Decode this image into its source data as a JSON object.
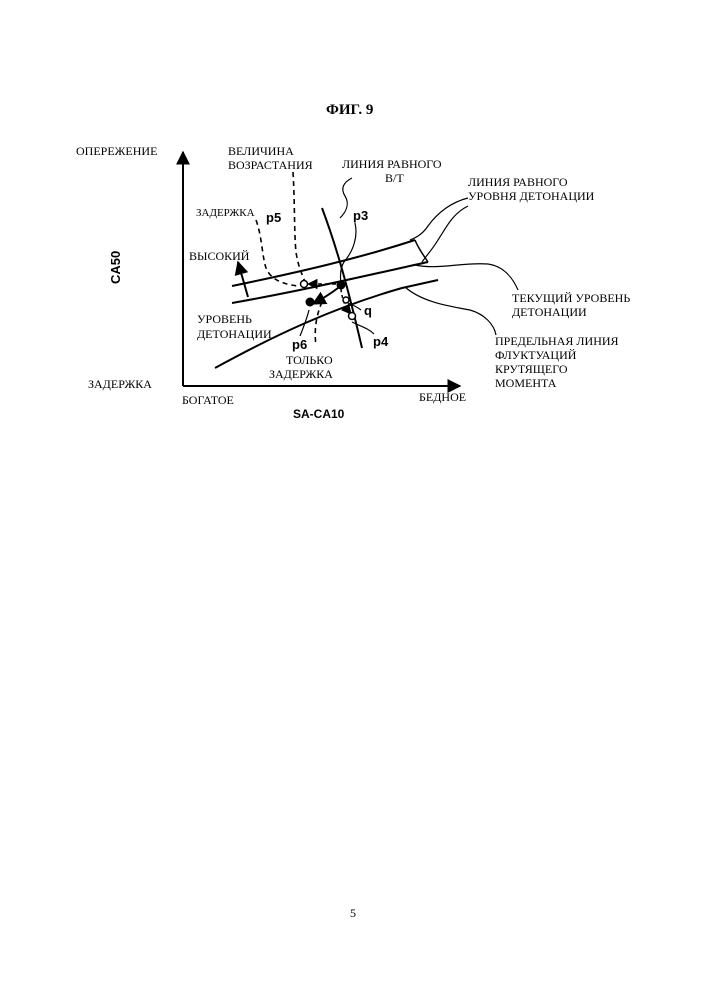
{
  "title": "ФИГ. 9",
  "page_number": "5",
  "axes": {
    "y_top": "ОПЕРЕЖЕНИЕ",
    "y_bottom": "ЗАДЕРЖКА",
    "y_label": "CA50",
    "x_left": "БОГАТОЕ",
    "x_right": "БЕДНОЕ",
    "x_label": "SA-CA10"
  },
  "labels": {
    "increase_1": "ВЕЛИЧИНА",
    "increase_2": "ВОЗРАСТАНИЯ",
    "equal_bt_1": "ЛИНИЯ РАВНОГО",
    "equal_bt_2": "В/Т",
    "equal_knock_1": "ЛИНИЯ РАВНОГО",
    "equal_knock_2": "УРОВНЯ ДЕТОНАЦИИ",
    "retard": "ЗАДЕРЖКА",
    "high": "ВЫСОКИЙ",
    "knock_level_1": "УРОВЕНЬ",
    "knock_level_2": "ДЕТОНАЦИИ",
    "current_knock_1": "ТЕКУЩИЙ УРОВЕНЬ",
    "current_knock_2": "ДЕТОНАЦИИ",
    "torque_limit_1": "ПРЕДЕЛЬНАЯ ЛИНИЯ",
    "torque_limit_2": "ФЛУКТУАЦИЙ",
    "torque_limit_3": "КРУТЯЩЕГО",
    "torque_limit_4": "МОМЕНТА",
    "retard_only_1": "ТОЛЬКО",
    "retard_only_2": "ЗАДЕРЖКА"
  },
  "points": {
    "p3": "p3",
    "p4": "p4",
    "p5": "p5",
    "p6": "p6",
    "q": "q"
  }
}
